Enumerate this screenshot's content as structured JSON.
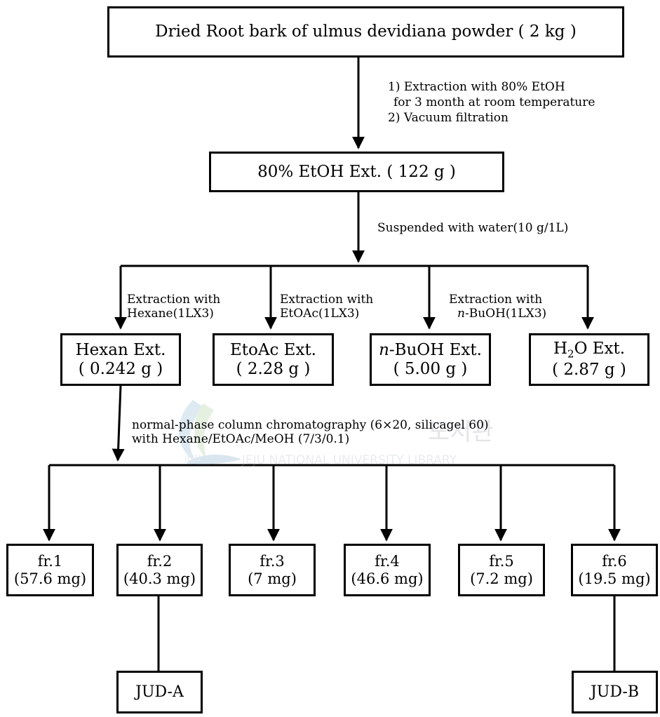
{
  "diagram": {
    "top_box": "Dried Root bark of ulmus devidiana powder ( 2 kg )",
    "step1": {
      "line1": "1) Extraction with 80% EtOH",
      "line2": "for 3 month at room temperature",
      "line3": "2) Vacuum filtration"
    },
    "ethanol_box": "80% EtOH Ext. ( 122 g )",
    "step2": "Suspended with water(10 g/1L)",
    "partitions": [
      {
        "step_line1": "Extraction with",
        "step_line2": "Hexane(1LX3)",
        "name": "Hexan Ext.",
        "amount": "( 0.242 g )"
      },
      {
        "step_line1": "Extraction with",
        "step_line2": "EtOAc(1LX3)",
        "name": "EtoAc Ext.",
        "amount": "( 2.28 g )"
      },
      {
        "step_line1": "Extraction with",
        "step_line2_prefix": "n",
        "step_line2": "-BuOH(1LX3)",
        "name_prefix": "n",
        "name": "-BuOH Ext.",
        "amount": "( 5.00 g )"
      },
      {
        "name_pre": "H",
        "name_sub": "2",
        "name": "O Ext.",
        "amount": "( 2.87 g )"
      }
    ],
    "step3": {
      "line1": "normal-phase column chromatography (6×20, silicagel 60)",
      "line2": "with Hexane/EtOAc/MeOH (7/3/0.1)"
    },
    "fractions": [
      {
        "name": "fr.1",
        "amount": "(57.6 mg)"
      },
      {
        "name": "fr.2",
        "amount": "(40.3 mg)"
      },
      {
        "name": "fr.3",
        "amount": "(7 mg)"
      },
      {
        "name": "fr.4",
        "amount": "(46.6 mg)"
      },
      {
        "name": "fr.5",
        "amount": "(7.2 mg)"
      },
      {
        "name": "fr.6",
        "amount": "(19.5 mg)"
      }
    ],
    "compounds": [
      "JUD-A",
      "JUD-B"
    ]
  },
  "watermark": {
    "line1": "도서관",
    "line2": "JEJU NATIONAL UNIVERSITY LIBRARY",
    "logo_text": "JEJU"
  }
}
